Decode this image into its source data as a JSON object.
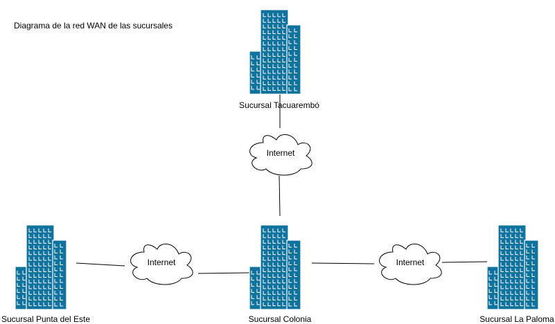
{
  "title": "Diagrama de la red WAN de las sucursales",
  "colors": {
    "building_fill": "#10739E",
    "building_stroke": "#ffffff",
    "line": "#000000",
    "cloud_fill": "#ffffff",
    "cloud_stroke": "#000000"
  },
  "icons": {
    "building": "office-building-icon",
    "cloud": "cloud-icon"
  },
  "nodes": [
    {
      "id": "tacuarembo",
      "label": "Sucursal Tacuarembó"
    },
    {
      "id": "colonia",
      "label": "Sucursal Colonia"
    },
    {
      "id": "punta",
      "label": "Sucursal Punta del Este"
    },
    {
      "id": "paloma",
      "label": "Sucursal La Paloma"
    }
  ],
  "clouds": [
    {
      "id": "cloud-top",
      "label": "Internet"
    },
    {
      "id": "cloud-left",
      "label": "Internet"
    },
    {
      "id": "cloud-right",
      "label": "Internet"
    }
  ],
  "edges": [
    {
      "from": "tacuarembo",
      "to": "cloud-top"
    },
    {
      "from": "cloud-top",
      "to": "colonia"
    },
    {
      "from": "punta",
      "to": "cloud-left"
    },
    {
      "from": "cloud-left",
      "to": "colonia"
    },
    {
      "from": "colonia",
      "to": "cloud-right"
    },
    {
      "from": "cloud-right",
      "to": "paloma"
    }
  ]
}
